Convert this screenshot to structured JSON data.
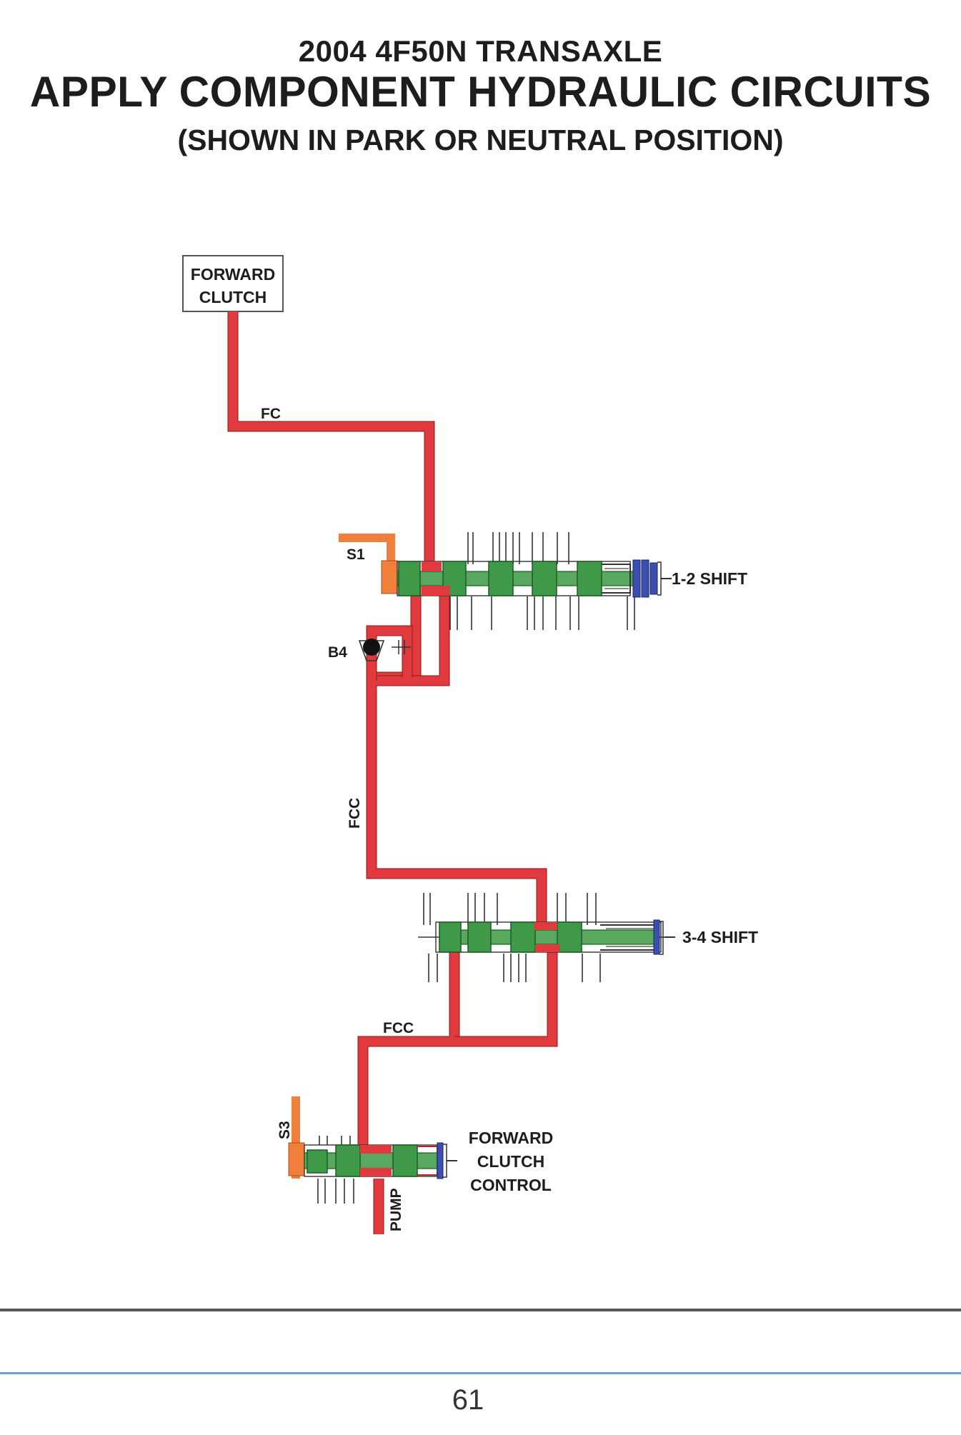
{
  "header": {
    "subtitle": "2004 4F50N TRANSAXLE",
    "title": "APPLY COMPONENT HYDRAULIC CIRCUITS",
    "note": "(SHOWN IN PARK OR NEUTRAL POSITION)"
  },
  "diagram": {
    "box_line1": "FORWARD",
    "box_line2": "CLUTCH",
    "passages": {
      "fc": "FC",
      "s1": "S1",
      "b4": "B4",
      "fcc_upper": "FCC",
      "fcc_lower": "FCC",
      "s3": "S3",
      "pump": "PUMP"
    },
    "valves": {
      "shift_12": "1-2 SHIFT",
      "shift_34": "3-4 SHIFT",
      "fcc_line1": "FORWARD",
      "fcc_line2": "CLUTCH",
      "fcc_line3": "CONTROL"
    },
    "colors": {
      "apply_fluid": "#e0393e",
      "solenoid_pressure": "#ef7f3a",
      "valve_body": "#3e9a48",
      "spring_plug": "#3b4fb0",
      "outline": "#222222"
    }
  },
  "footer": {
    "page_number": "61"
  }
}
